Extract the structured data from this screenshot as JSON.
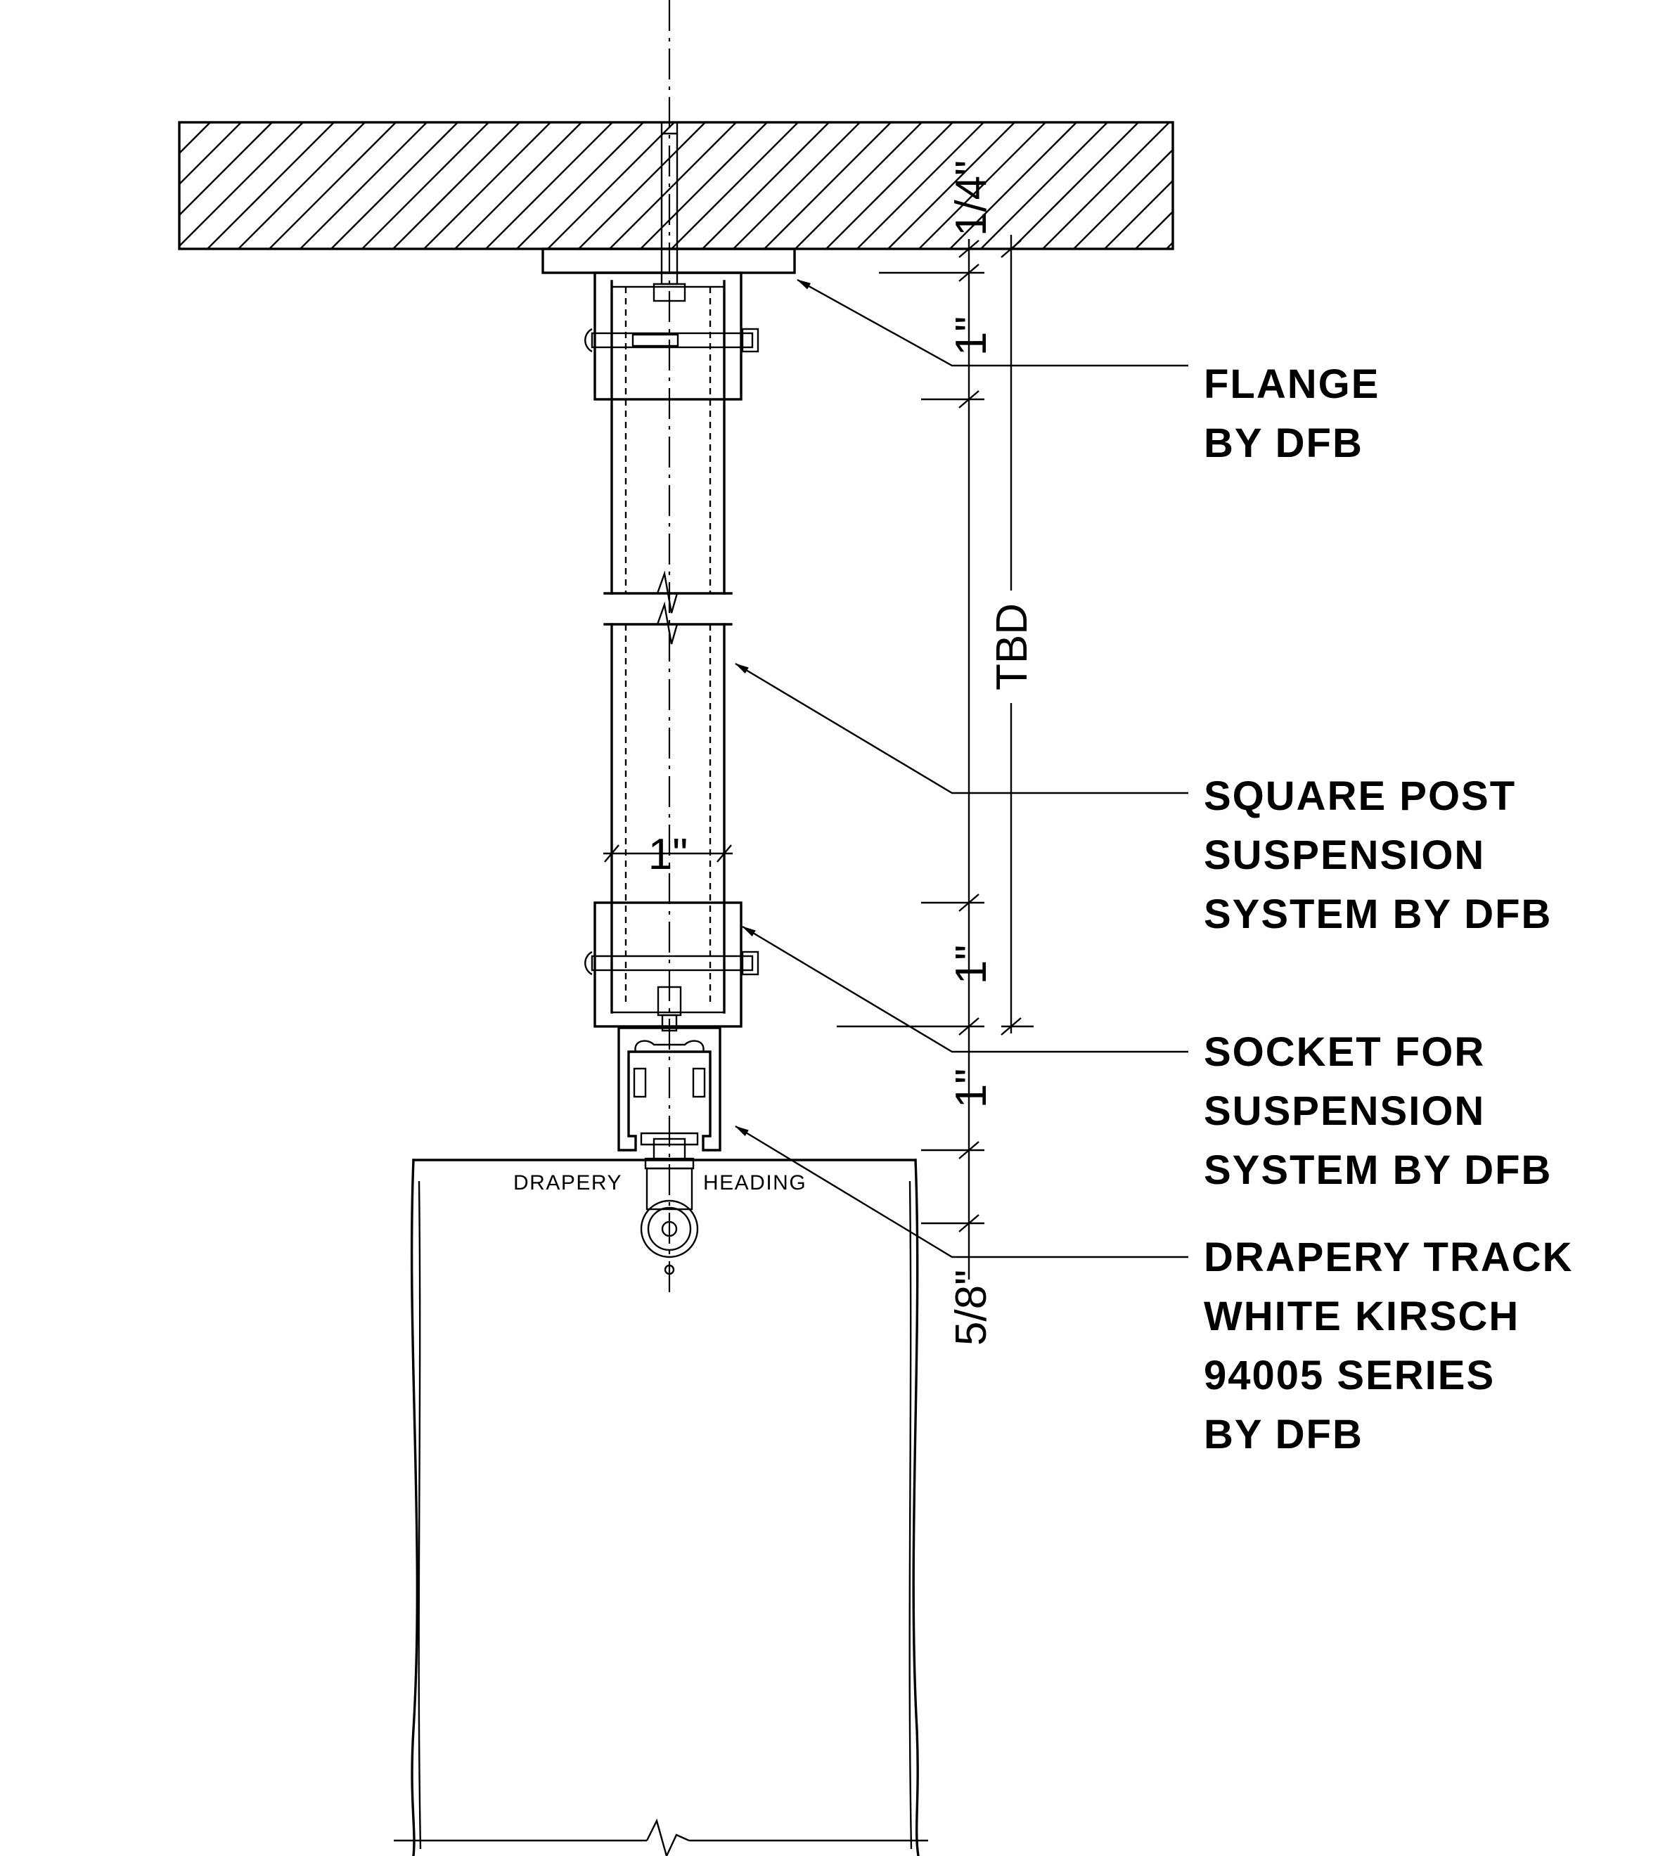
{
  "callouts": {
    "flange": {
      "lines": [
        "FLANGE",
        "BY DFB"
      ]
    },
    "post": {
      "lines": [
        "SQUARE POST",
        "SUSPENSION",
        "SYSTEM BY DFB"
      ]
    },
    "socket": {
      "lines": [
        "SOCKET FOR",
        "SUSPENSION",
        "SYSTEM BY DFB"
      ]
    },
    "track": {
      "lines": [
        "DRAPERY TRACK",
        "WHITE KIRSCH",
        "94005 SERIES",
        "BY DFB"
      ]
    }
  },
  "dimensions": {
    "flange_thickness": "1/4\"",
    "socket_depth_top": "1\"",
    "post_width": "1\"",
    "overall_height": "TBD",
    "socket_depth_bottom": "1\"",
    "track_depth": "1\"",
    "heading_drop": "5/8\""
  },
  "labels": {
    "drapery": "DRAPERY",
    "heading": "HEADING"
  }
}
